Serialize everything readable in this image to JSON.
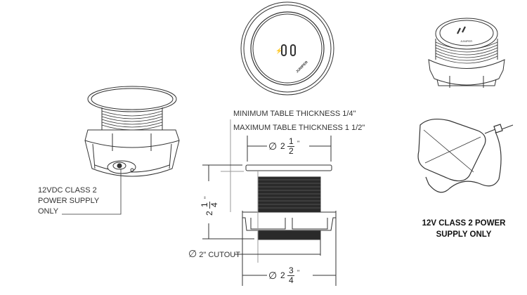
{
  "labels": {
    "power_note_left": [
      "12VDC CLASS 2",
      "POWER SUPPLY",
      "ONLY"
    ],
    "min_thickness": "MINIMUM TABLE THICKNESS 1/4\"",
    "max_thickness": "MAXIMUM TABLE THICKNESS 1 1/2\"",
    "cutout": "2\" CUTOUT",
    "power_note_right": [
      "12V CLASS 2 POWER",
      "SUPPLY ONLY"
    ],
    "logo_text": "JUNIPER"
  },
  "dimensions": {
    "top_diameter": {
      "symbol": "∅",
      "whole": "2",
      "num": "1",
      "den": "2",
      "unit": "\""
    },
    "bottom_diameter": {
      "symbol": "∅",
      "whole": "2",
      "num": "3",
      "den": "4",
      "unit": "\""
    },
    "height": {
      "whole": "2",
      "num": "1",
      "den": "4",
      "unit": "\""
    },
    "cutout_symbol": "∅"
  }
}
